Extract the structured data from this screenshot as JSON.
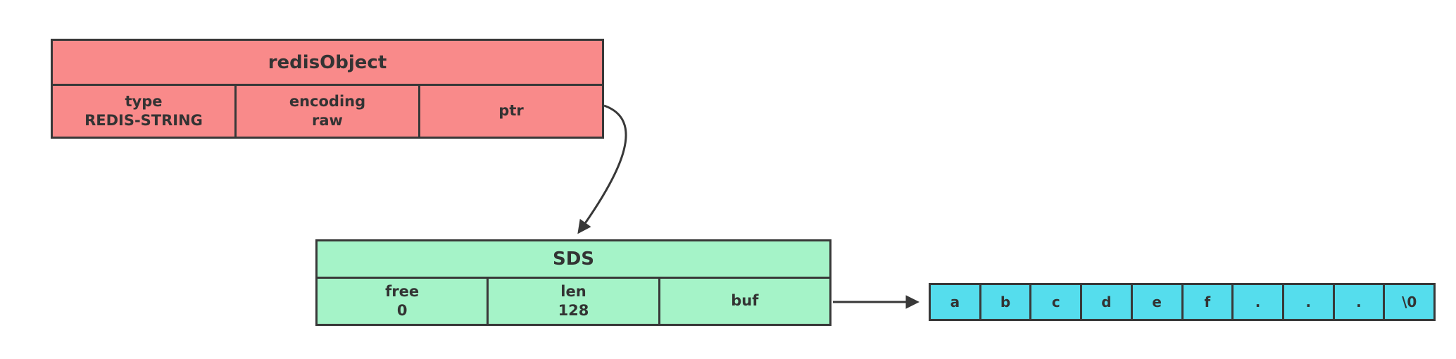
{
  "diagram": {
    "redis_object": {
      "title": "redisObject",
      "cells": [
        {
          "line1": "type",
          "line2": "REDIS-STRING"
        },
        {
          "line1": "encoding",
          "line2": "raw"
        },
        {
          "line1": "ptr"
        }
      ]
    },
    "sds": {
      "title": "SDS",
      "cells": [
        {
          "line1": "free",
          "line2": "0"
        },
        {
          "line1": "len",
          "line2": "128"
        },
        {
          "line1": "buf"
        }
      ]
    },
    "buffer": {
      "cells": [
        "a",
        "b",
        "c",
        "d",
        "e",
        "f",
        ".",
        ".",
        ".",
        "\\0"
      ]
    },
    "colors": {
      "redis_object_fill": "#f98a8a",
      "sds_fill": "#a5f3c8",
      "buffer_fill": "#55dded",
      "stroke": "#383838"
    }
  }
}
